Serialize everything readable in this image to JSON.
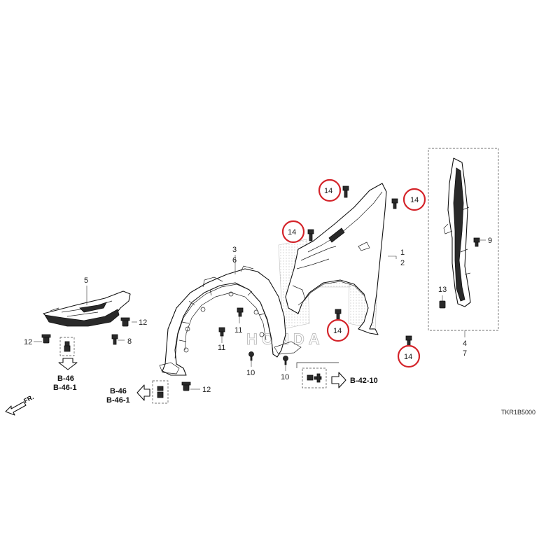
{
  "callouts": {
    "c1": "1",
    "c2": "2",
    "c3": "3",
    "c4": "4",
    "c5": "5",
    "c6": "6",
    "c7": "7",
    "c8": "8",
    "c9": "9",
    "c10": "10",
    "c11": "11",
    "c12": "12",
    "c13": "13",
    "c14": "14"
  },
  "references": {
    "b46": "B-46",
    "b46_1": "B-46-1",
    "b42_10": "B-42-10"
  },
  "direction_label": "FR.",
  "diagram_code": "TKR1B5000",
  "watermark": {
    "text": "HONDA",
    "color": "#b5b5b5"
  },
  "highlight_color": "#d4242a"
}
